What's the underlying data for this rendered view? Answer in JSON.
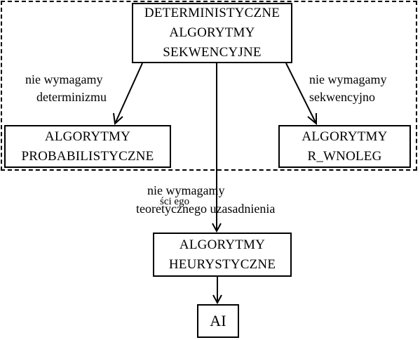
{
  "boxes": {
    "top": [
      "DETERMINISTYCZNE",
      "ALGORYTMY",
      "SEKWENCYJNE"
    ],
    "left": [
      "ALGORYTMY",
      "PROBABILISTYCZNE"
    ],
    "right": [
      "ALGORYTMY",
      "R_WNOLEG"
    ],
    "middle": [
      "ALGORYTMY",
      "HEURYSTYCZNE"
    ],
    "ai": "AI"
  },
  "labels": {
    "left": [
      "nie wymagamy",
      "determinizmu"
    ],
    "right": [
      "nie wymagamy",
      "sekwencyjno"
    ],
    "middle": [
      "nie wymagamy",
      "ści ego",
      "teoretycznego uzasadnienia"
    ]
  }
}
